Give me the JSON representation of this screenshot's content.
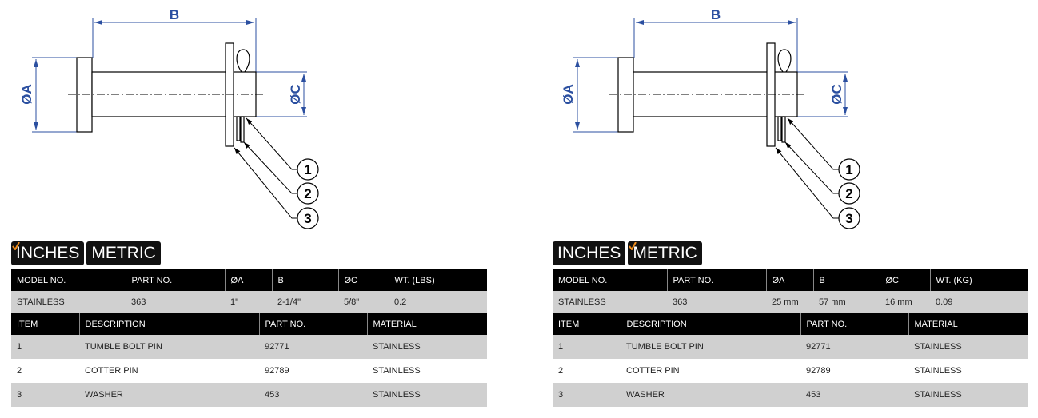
{
  "panels": [
    {
      "active_unit": "inches",
      "toggle": {
        "inches": "INCHES",
        "metric": "METRIC"
      },
      "drawing": {
        "dim_b": "B",
        "dim_a": "ØA",
        "dim_c": "ØC",
        "callouts": [
          "1",
          "2",
          "3"
        ]
      },
      "spec_table": {
        "headers": [
          "MODEL NO.",
          "PART NO.",
          "ØA",
          "B",
          "ØC",
          "WT. (LBS)"
        ],
        "row": [
          "STAINLESS",
          "363",
          "1\"",
          "2-1/4\"",
          "5/8\"",
          "0.2"
        ]
      },
      "parts_table": {
        "headers": [
          "ITEM",
          "DESCRIPTION",
          "PART NO.",
          "MATERIAL"
        ],
        "rows": [
          [
            "1",
            "TUMBLE BOLT PIN",
            "92771",
            "STAINLESS"
          ],
          [
            "2",
            "COTTER PIN",
            "92789",
            "STAINLESS"
          ],
          [
            "3",
            "WASHER",
            "453",
            "STAINLESS"
          ]
        ]
      }
    },
    {
      "active_unit": "metric",
      "toggle": {
        "inches": "INCHES",
        "metric": "METRIC"
      },
      "drawing": {
        "dim_b": "B",
        "dim_a": "ØA",
        "dim_c": "ØC",
        "callouts": [
          "1",
          "2",
          "3"
        ]
      },
      "spec_table": {
        "headers": [
          "MODEL NO.",
          "PART NO.",
          "ØA",
          "B",
          "ØC",
          "WT. (KG)"
        ],
        "row": [
          "STAINLESS",
          "363",
          "25 mm",
          "57 mm",
          "16 mm",
          "0.09"
        ]
      },
      "parts_table": {
        "headers": [
          "ITEM",
          "DESCRIPTION",
          "PART NO.",
          "MATERIAL"
        ],
        "rows": [
          [
            "1",
            "TUMBLE BOLT PIN",
            "92771",
            "STAINLESS"
          ],
          [
            "2",
            "COTTER PIN",
            "92789",
            "STAINLESS"
          ],
          [
            "3",
            "WASHER",
            "453",
            "STAINLESS"
          ]
        ]
      }
    }
  ],
  "colors": {
    "dimension": "#2b4fa0",
    "toggle_check": "#f08c1a"
  }
}
